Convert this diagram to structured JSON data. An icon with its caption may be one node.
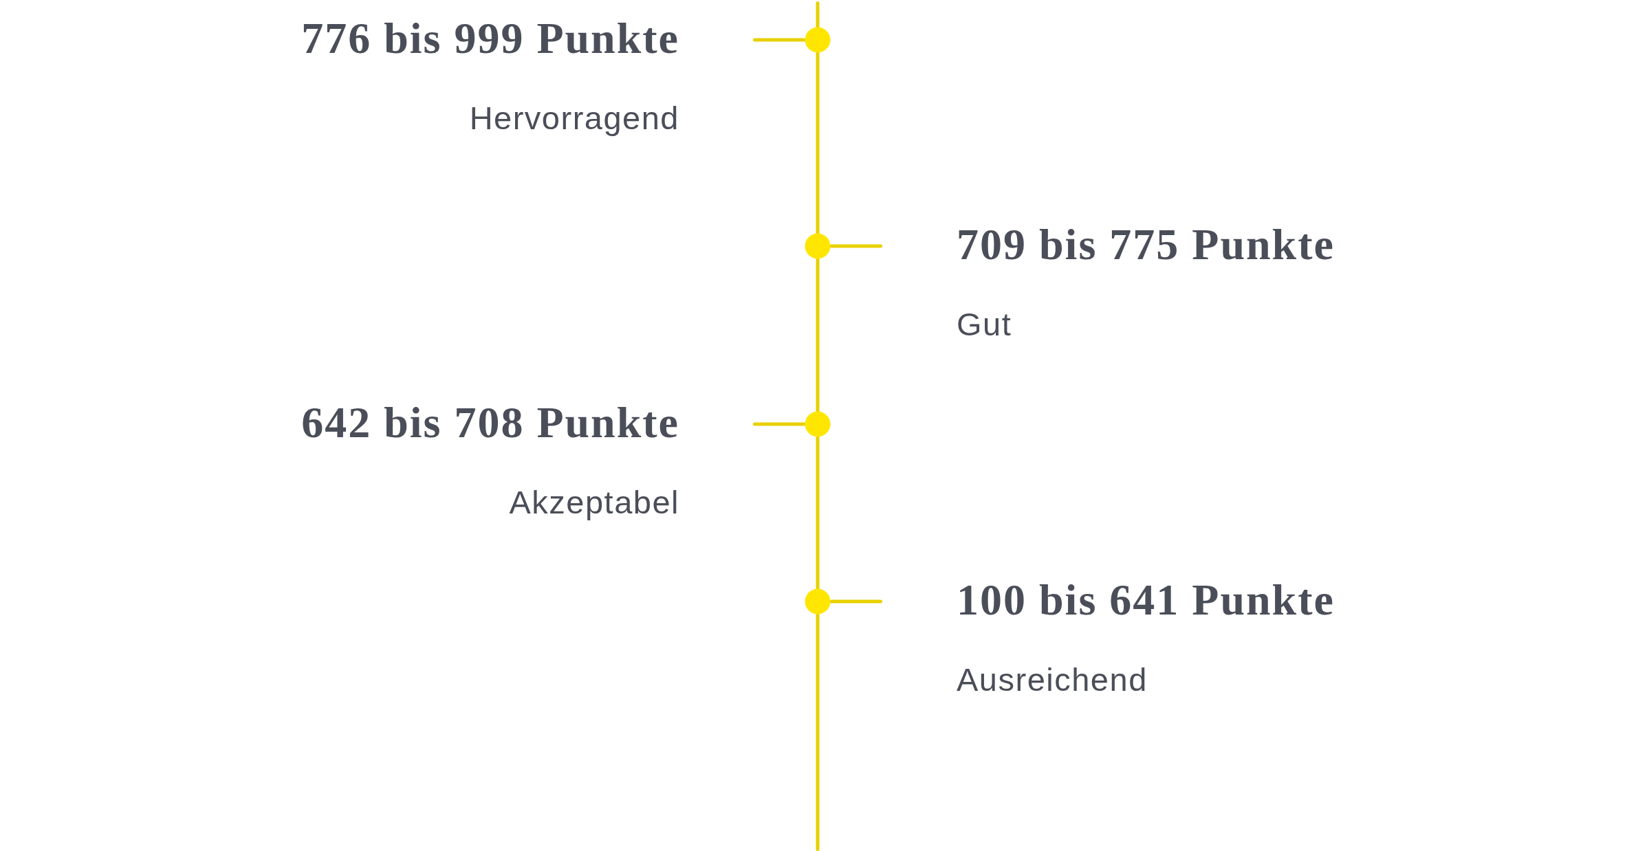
{
  "diagram": {
    "labels": [
      "776 bis 999 Punkte",
      "Hervorragend",
      "709 bis 775 Punkte",
      "Gut",
      "642 bis 708 Punkte",
      "Akzeptabel",
      "100 bis 641 Punkte",
      "Ausreichend"
    ]
  }
}
